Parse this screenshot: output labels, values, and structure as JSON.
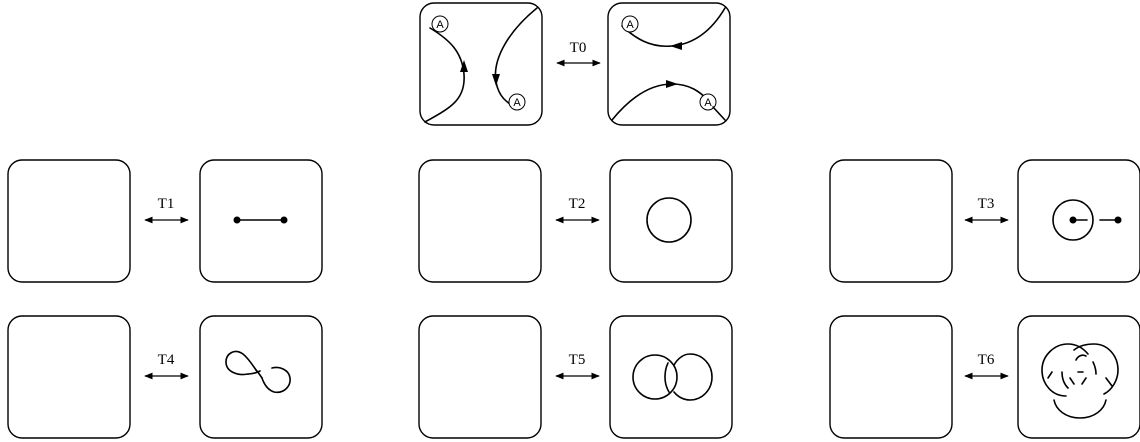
{
  "moves": [
    {
      "id": "t0",
      "label": "T0"
    },
    {
      "id": "t1",
      "label": "T1"
    },
    {
      "id": "t2",
      "label": "T2"
    },
    {
      "id": "t3",
      "label": "T3"
    },
    {
      "id": "t4",
      "label": "T4"
    },
    {
      "id": "t5",
      "label": "T5"
    },
    {
      "id": "t6",
      "label": "T6"
    }
  ],
  "attachment_tag": "A",
  "colors": {
    "stroke": "#000000",
    "background": "#ffffff"
  }
}
